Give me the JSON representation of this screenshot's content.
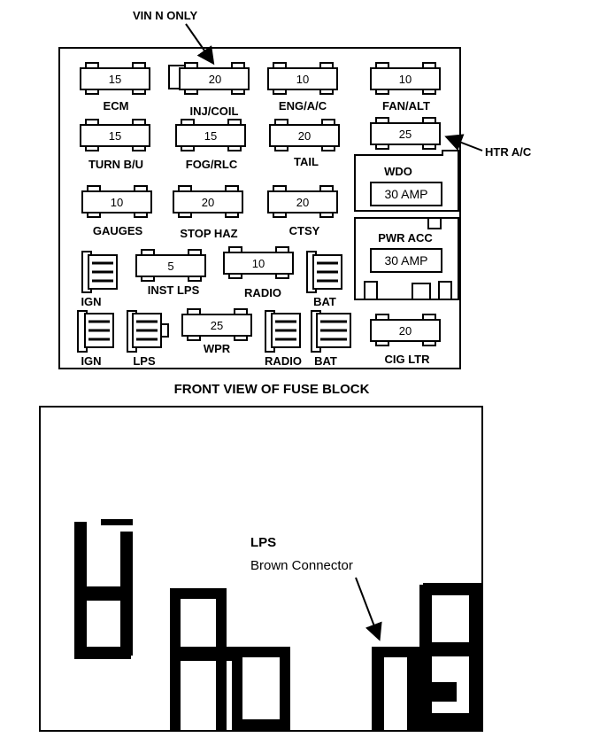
{
  "callouts": {
    "vin_n_only": "VIN N ONLY",
    "htr_ac": "HTR A/C"
  },
  "fuses": [
    {
      "amps": "15",
      "label": "ECM"
    },
    {
      "amps": "20",
      "label": "INJ/COIL"
    },
    {
      "amps": "10",
      "label": "ENG/A/C"
    },
    {
      "amps": "10",
      "label": "FAN/ALT"
    },
    {
      "amps": "15",
      "label": "TURN B/U"
    },
    {
      "amps": "15",
      "label": "FOG/RLC"
    },
    {
      "amps": "20",
      "label": "TAIL"
    },
    {
      "amps": "25",
      "label": ""
    },
    {
      "amps": "10",
      "label": "GAUGES"
    },
    {
      "amps": "20",
      "label": "STOP HAZ"
    },
    {
      "amps": "20",
      "label": "CTSY"
    },
    {
      "amps": "5",
      "label": "INST LPS"
    },
    {
      "amps": "10",
      "label": "RADIO"
    },
    {
      "amps": "25",
      "label": "WPR"
    },
    {
      "amps": "20",
      "label": "CIG LTR"
    }
  ],
  "breakers": {
    "wdo": {
      "label": "WDO",
      "rating": "30 AMP"
    },
    "pwr_acc": {
      "label": "PWR ACC",
      "rating": "30 AMP"
    }
  },
  "small_labels": {
    "ign_top": "IGN",
    "bat_top": "BAT",
    "ign_bottom": "IGN",
    "lps": "LPS",
    "radio_bottom": "RADIO",
    "bat_bottom": "BAT"
  },
  "figure_title": "FRONT VIEW OF FUSE BLOCK",
  "connector": {
    "label": "LPS",
    "description": "Brown Connector"
  }
}
